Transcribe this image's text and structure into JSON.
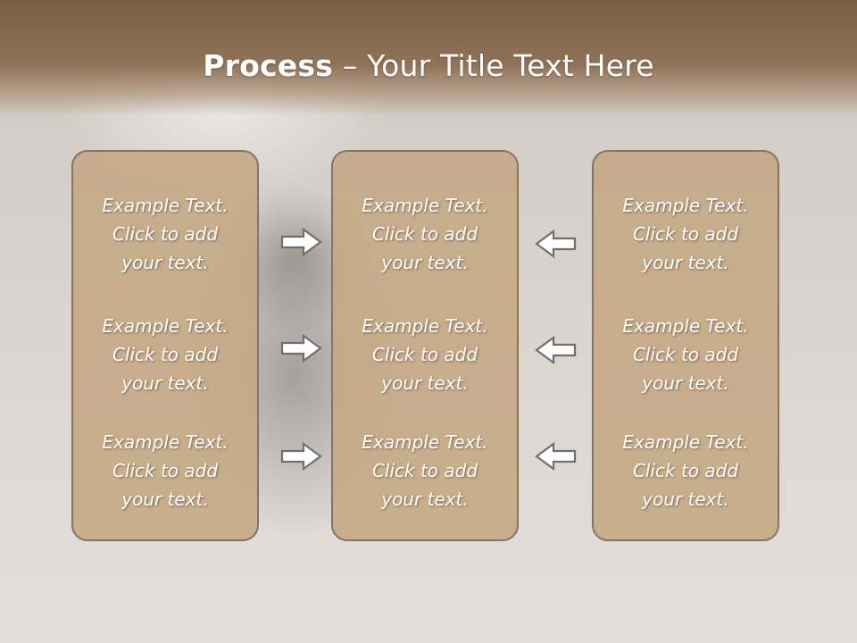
{
  "title": {
    "bold": "Process",
    "rest": " – Your Title Text Here"
  },
  "columns": [
    {
      "items": [
        {
          "line1": "Example Text.",
          "line2": "Click  to add",
          "line3": "your text."
        },
        {
          "line1": "Example Text.",
          "line2": "Click  to add",
          "line3": "your text."
        },
        {
          "line1": "Example Text.",
          "line2": "Click  to add",
          "line3": "your text."
        }
      ]
    },
    {
      "items": [
        {
          "line1": "Example Text.",
          "line2": "Click  to add",
          "line3": "your text."
        },
        {
          "line1": "Example Text.",
          "line2": "Click  to add",
          "line3": "your text."
        },
        {
          "line1": "Example Text.",
          "line2": "Click  to add",
          "line3": "your text."
        }
      ]
    },
    {
      "items": [
        {
          "line1": "Example Text.",
          "line2": "Click  to add",
          "line3": "your text."
        },
        {
          "line1": "Example Text.",
          "line2": "Click  to add",
          "line3": "your text."
        },
        {
          "line1": "Example Text.",
          "line2": "Click  to add",
          "line3": "your text."
        }
      ]
    }
  ],
  "arrows": {
    "left_group": "right-arrow-icon",
    "right_group": "left-arrow-icon"
  },
  "colors": {
    "header": "#8f7257",
    "box_fill": "#c4a783",
    "box_border": "#8a7260",
    "text": "#ffffff"
  }
}
